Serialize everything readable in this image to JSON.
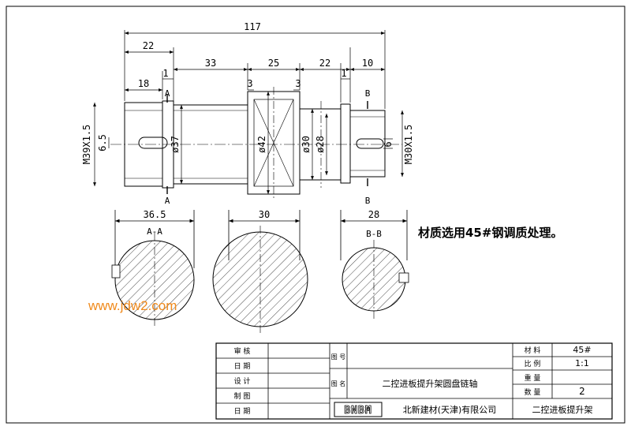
{
  "dimensions": {
    "overall": "117",
    "left_section": "22",
    "left_keyway": "18",
    "left_step": "1",
    "seg_33": "33",
    "seg_25": "25",
    "seg_22": "22",
    "right_section": "10",
    "right_step": "1",
    "groove_left": "3",
    "groove_right": "3",
    "dia_37": "ø37",
    "dia_42": "ø42",
    "dia_30": "ø30",
    "dia_28": "ø28",
    "thread_left": "M39X1.5",
    "thread_right": "M30X1.5",
    "key_left": "6.5",
    "key_right": "6",
    "sec_a_width": "36.5",
    "sec_mid_width": "30",
    "sec_b_width": "28"
  },
  "section_marks": {
    "a_top": "A",
    "a_bottom": "A",
    "b_top": "B",
    "b_bottom": "B",
    "section_a_title": "A-A",
    "section_b_title": "B-B"
  },
  "note": "材质选用45#钢调质处理。",
  "watermark": "www.jdw2.com",
  "title_block": {
    "labels": {
      "review": "审 核",
      "date1": "日 期",
      "design": "设 计",
      "draw": "制 图",
      "date2": "日 期",
      "drawing_no": "图 号",
      "drawing_name": "图 名",
      "material": "材 料",
      "scale": "比 例",
      "weight": "重 量",
      "quantity": "数 量"
    },
    "drawing_name_value": "二控进板提升架圆盘链轴",
    "material_value": "45#",
    "scale_value": "1:1",
    "weight_value": "",
    "quantity_value": "2",
    "company": "北新建材(天津)有限公司",
    "logo": "BNBM",
    "assembly": "二控进板提升架"
  },
  "colors": {
    "line": "#000000",
    "watermark": "#f08a1c"
  }
}
